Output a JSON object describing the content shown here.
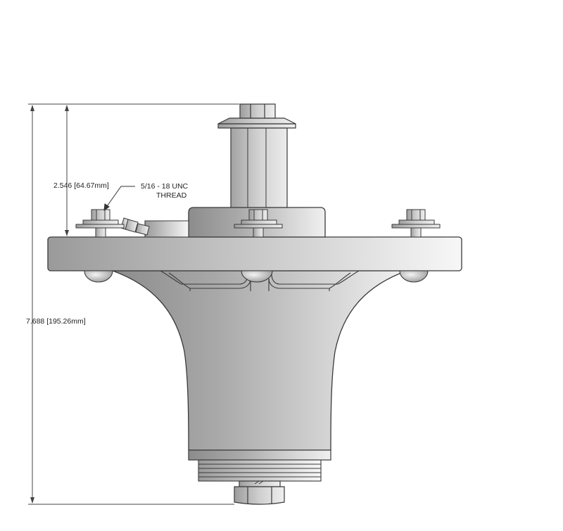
{
  "dimensions": {
    "height_upper": "2.546 [64.67mm]",
    "height_total": "7.688 [195.26mm]"
  },
  "callout": {
    "line1": "5/16 - 18 UNC",
    "line2": "THREAD"
  },
  "colors": {
    "outline": "#3a3a3a",
    "body_dark": "#8a8a8a",
    "body_light": "#f2f2f2",
    "background": "#ffffff"
  }
}
